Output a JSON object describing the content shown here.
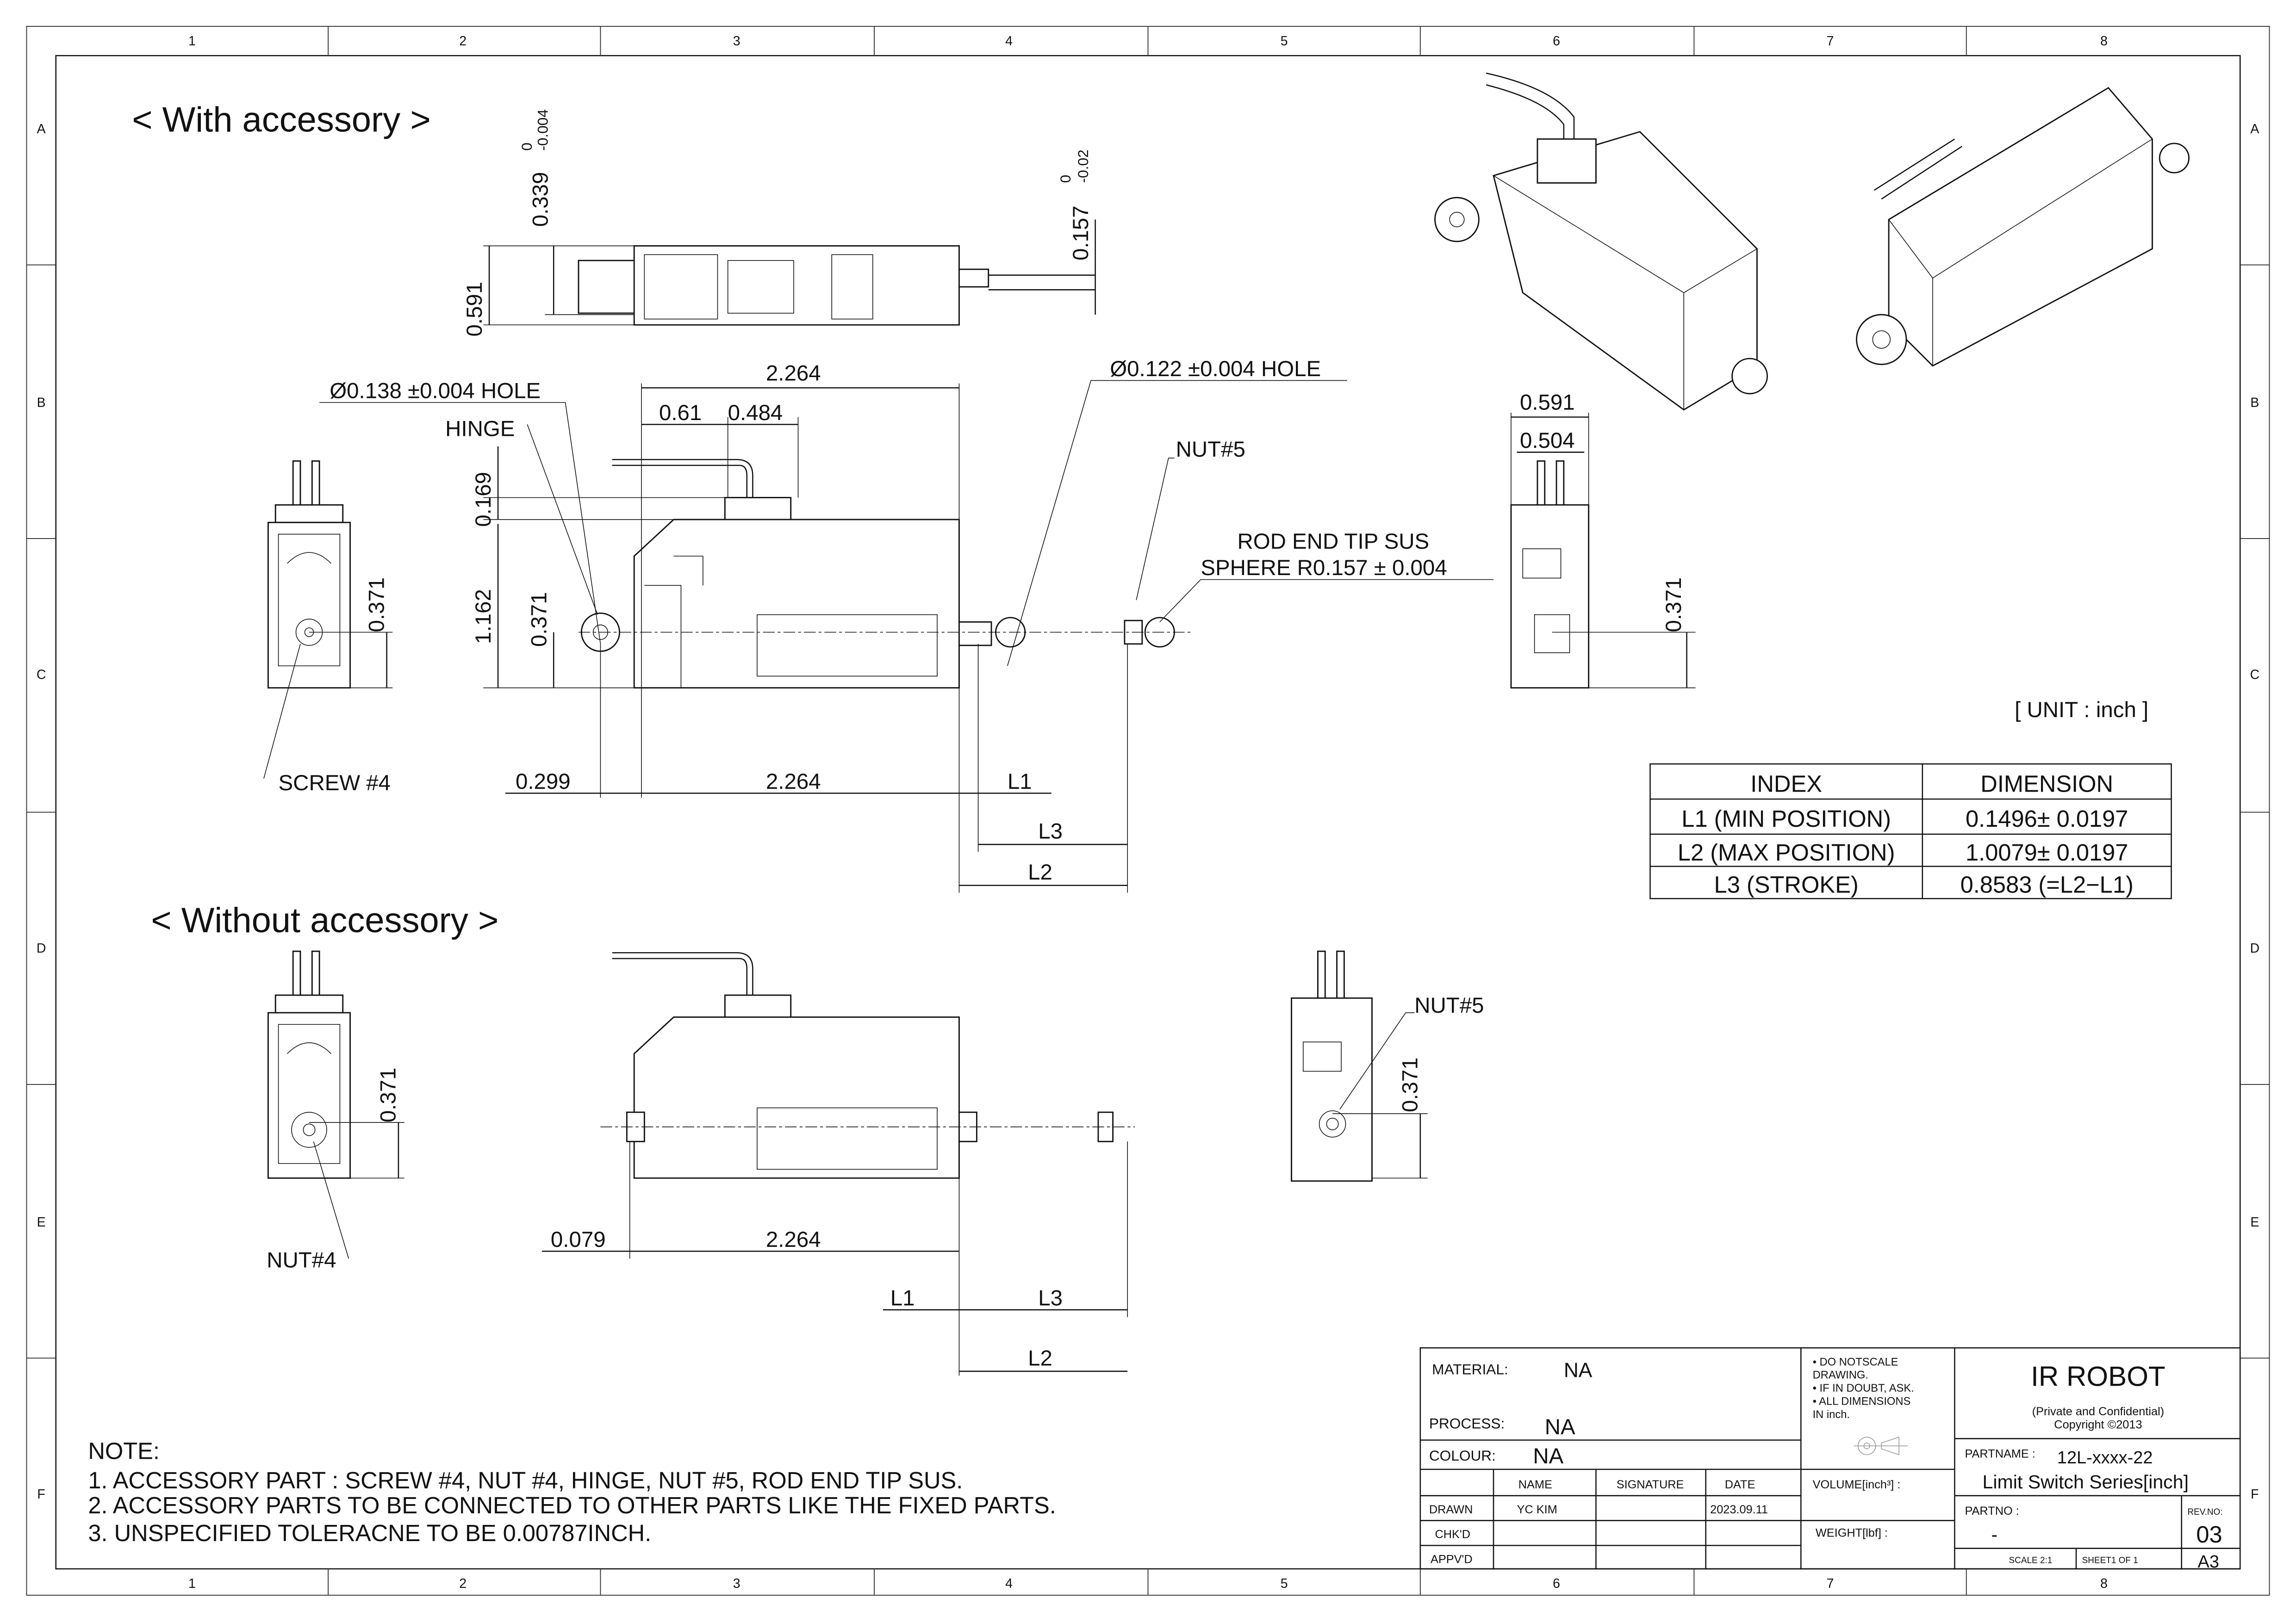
{
  "zones": {
    "columns": [
      "1",
      "2",
      "3",
      "4",
      "5",
      "6",
      "7",
      "8"
    ],
    "rows": [
      "A",
      "B",
      "C",
      "D",
      "E",
      "F"
    ]
  },
  "headings": {
    "with": "< With accessory >",
    "without": "< Without accessory >"
  },
  "unit": "[ UNIT : inch ]",
  "dims_with": {
    "d0339": "0.339",
    "d0339_tol_up": "0",
    "d0339_tol_low": "-0.004",
    "d0591_top": "0.591",
    "d0157": "0.157",
    "d0157_tol_up": "0",
    "d0157_tol_low": "-0.02",
    "hole1": "Ø0.138 ±0.004 HOLE",
    "hole2": "Ø0.122 ±0.004 HOLE",
    "hinge": "HINGE",
    "d2264_top": "2.264",
    "d061": "0.61",
    "d0484": "0.484",
    "d0169": "0.169",
    "d1162": "1.162",
    "d0371_mid": "0.371",
    "d0371_left": "0.371",
    "d0371_right": "0.371",
    "nut5": "NUT#5",
    "rod_end_1": "ROD END TIP SUS",
    "rod_end_2": "SPHERE R0.157 ± 0.004",
    "d0591_right": "0.591",
    "d0504": "0.504",
    "screw4": "SCREW #4",
    "d0299": "0.299",
    "d2264_bottom": "2.264",
    "L1": "L1",
    "L3": "L3",
    "L2": "L2"
  },
  "dims_without": {
    "d0371_left": "0.371",
    "nut4": "NUT#4",
    "nut5": "NUT#5",
    "d0371_right": "0.371",
    "d0079": "0.079",
    "d2264": "2.264",
    "L1": "L1",
    "L3": "L3",
    "L2": "L2"
  },
  "table": {
    "headers": [
      "INDEX",
      "DIMENSION"
    ],
    "rows": [
      [
        "L1 (MIN POSITION)",
        "0.1496± 0.0197"
      ],
      [
        "L2 (MAX POSITION)",
        "1.0079± 0.0197"
      ],
      [
        "L3 (STROKE)",
        "0.8583 (=L2−L1)"
      ]
    ]
  },
  "notes": {
    "title": "NOTE:",
    "items": [
      "1. ACCESSORY PART :  SCREW #4, NUT #4, HINGE, NUT #5, ROD END TIP SUS.",
      "2. ACCESSORY PARTS TO BE CONNECTED TO OTHER PARTS LIKE THE  FIXED PARTS.",
      "3. UNSPECIFIED TOLERACNE TO BE 0.00787INCH."
    ]
  },
  "title_block": {
    "material_label": "MATERIAL:",
    "material": "NA",
    "process_label": "PROCESS:",
    "process": "NA",
    "colour_label": "COLOUR:",
    "colour": "NA",
    "col_name": "NAME",
    "col_signature": "SIGNATURE",
    "col_date": "DATE",
    "drawn_label": "DRAWN",
    "drawn_name": "YC KIM",
    "drawn_date": "2023.09.11",
    "checked_label": "CHK'D",
    "approved_label": "APPV'D",
    "notes": [
      "• DO NOTSCALE",
      "  DRAWING.",
      "• IF IN DOUBT, ASK.",
      "• ALL DIMENSIONS",
      "  IN inch."
    ],
    "volume_label": "VOLUME[inch³] :",
    "weight_label": "WEIGHT[lbf] :",
    "company": "IR ROBOT",
    "confidential": "(Private and Confidential)",
    "copyright": "Copyright ©2013",
    "partname_label": "PARTNAME :",
    "partname": "12L-xxxx-22",
    "series": "Limit Switch Series[inch]",
    "partno_label": "PARTNO :",
    "partno": "-",
    "revno_label": "REV.NO:",
    "revno": "03",
    "scale": "SCALE  2:1",
    "sheet": "SHEET1 OF 1",
    "size": "A3"
  }
}
